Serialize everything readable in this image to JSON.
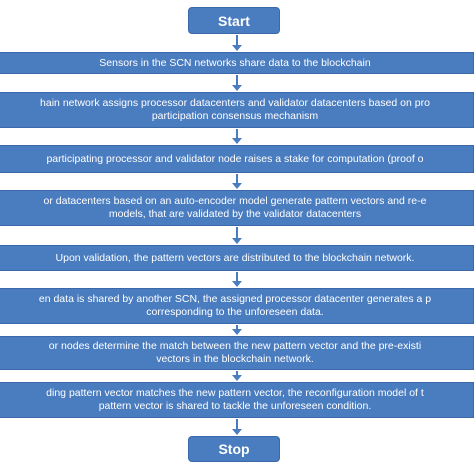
{
  "start_label": "Start",
  "stop_label": "Stop",
  "steps": [
    {
      "lines": [
        "Sensors in the SCN networks share data to the blockchain"
      ]
    },
    {
      "lines": [
        "hain network assigns processor datacenters and validator datacenters based on pro",
        "participation consensus mechanism"
      ]
    },
    {
      "lines": [
        "participating processor and validator node raises a stake for computation (proof o"
      ]
    },
    {
      "lines": [
        "or datacenters based on an auto-encoder model generate pattern vectors and  re-e",
        "models, that are validated by the validator datacenters"
      ]
    },
    {
      "lines": [
        "Upon validation, the pattern vectors are distributed to the blockchain network."
      ]
    },
    {
      "lines": [
        "en data is shared by another SCN, the assigned processor datacenter generates a p",
        "corresponding to the unforeseen data."
      ]
    },
    {
      "lines": [
        "or nodes determine the match between the new pattern vector and the pre-existi",
        "vectors in the blockchain network."
      ]
    },
    {
      "lines": [
        "ding pattern vector matches the new pattern vector, the reconfiguration model of t",
        "pattern vector is shared to tackle the unforeseen condition."
      ]
    }
  ]
}
